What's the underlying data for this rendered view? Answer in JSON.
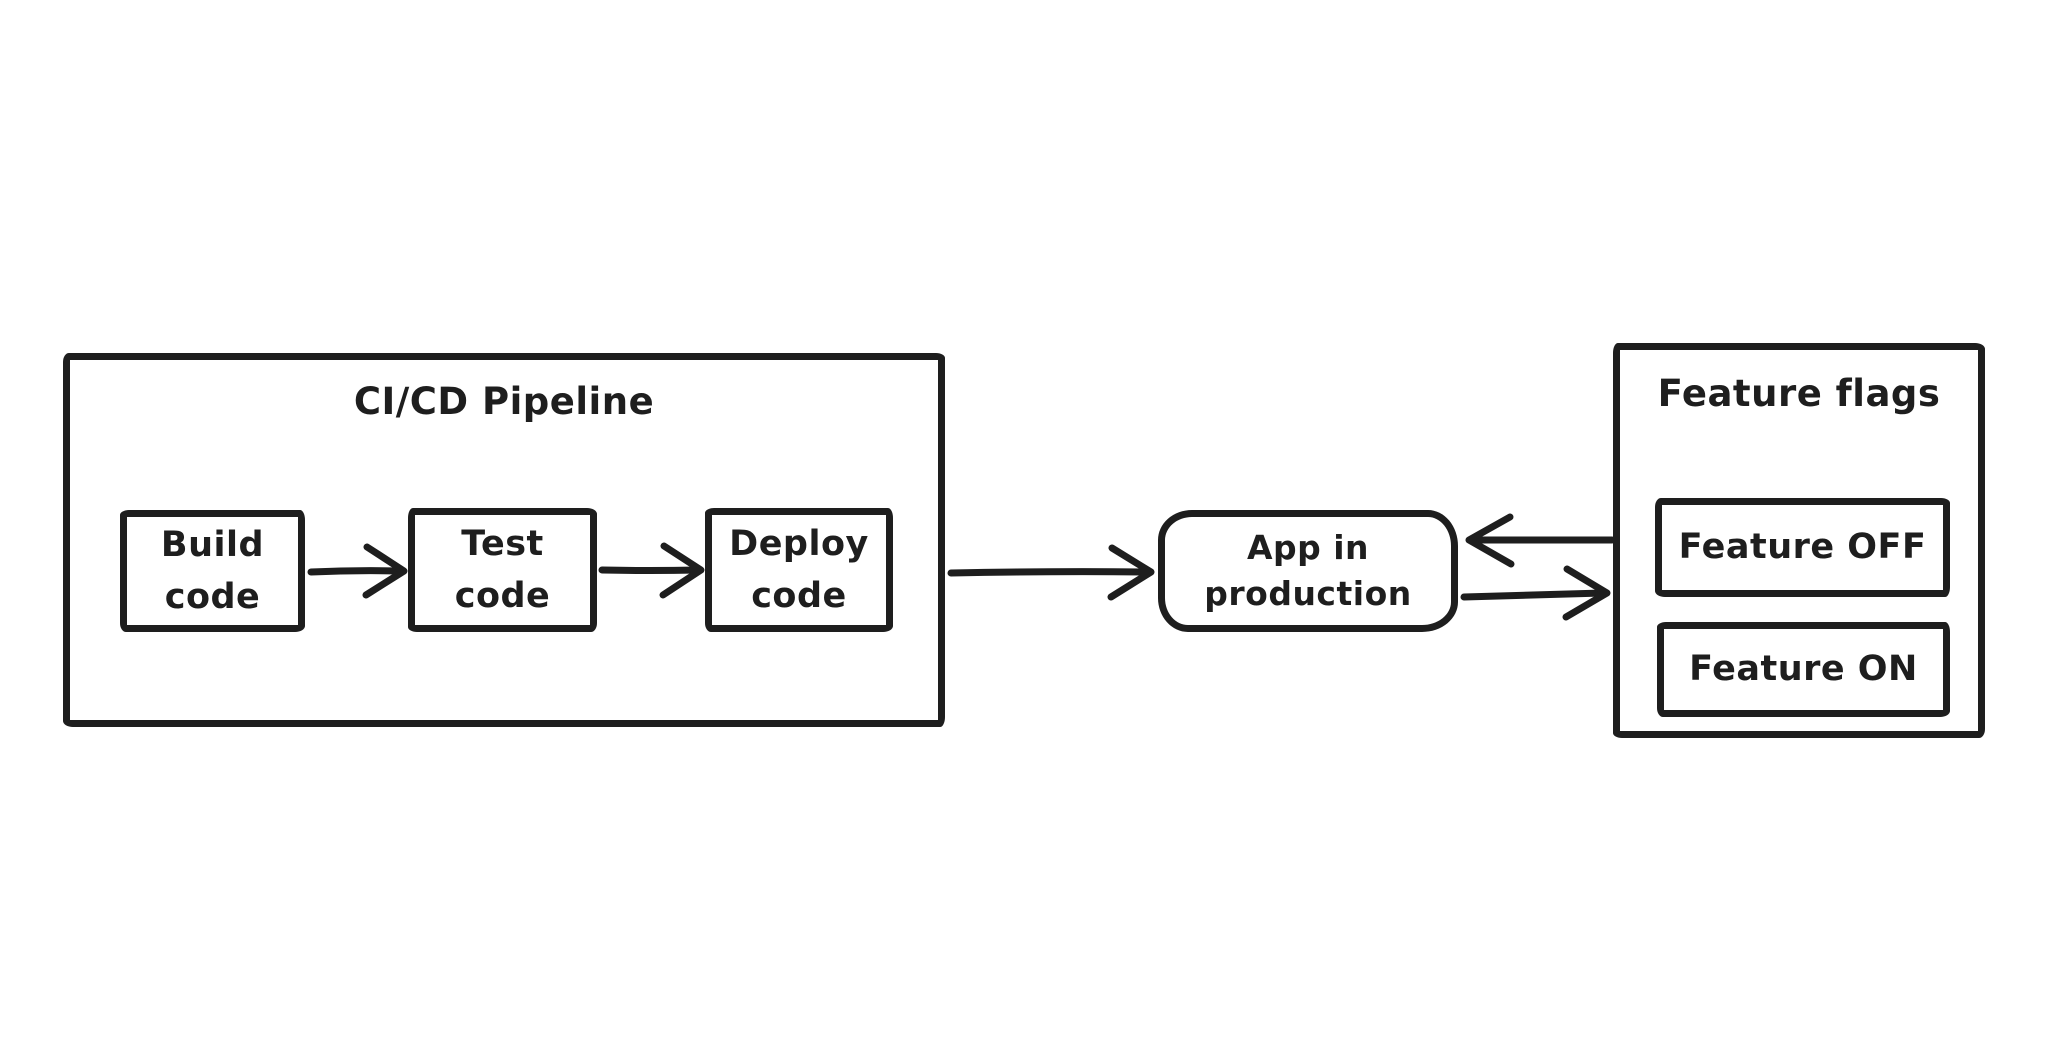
{
  "canvas": {
    "background_color": "#ffffff",
    "stroke_color": "#1e1e1e"
  },
  "pipeline": {
    "title": "CI/CD Pipeline",
    "stages": [
      {
        "label": "Build\ncode"
      },
      {
        "label": "Test\ncode"
      },
      {
        "label": "Deploy\ncode"
      }
    ]
  },
  "app": {
    "label": "App in\nproduction"
  },
  "feature_flags": {
    "title": "Feature flags",
    "flags": [
      {
        "label": "Feature OFF"
      },
      {
        "label": "Feature ON"
      }
    ]
  },
  "arrows": [
    {
      "name": "build-to-test",
      "direction": "right"
    },
    {
      "name": "test-to-deploy",
      "direction": "right"
    },
    {
      "name": "pipeline-to-app",
      "direction": "right"
    },
    {
      "name": "feature-flags-to-app",
      "direction": "left"
    },
    {
      "name": "app-to-feature-flags",
      "direction": "right"
    }
  ]
}
